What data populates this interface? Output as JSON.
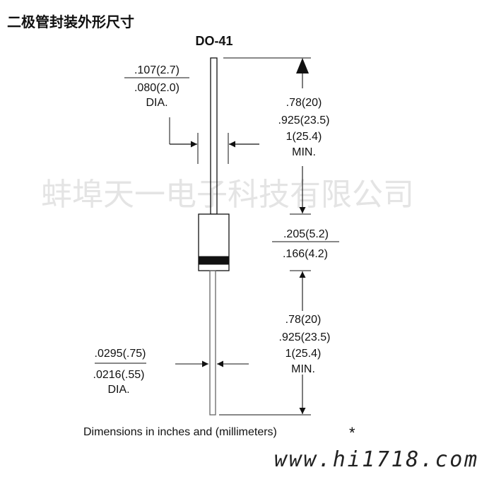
{
  "title": "二极管封装外形尺寸",
  "package_name": "DO-41",
  "lead_dia": {
    "max": ".107(2.7)",
    "min": ".080(2.0)",
    "suffix": "DIA."
  },
  "upper_lead_length": {
    "line1": ".78(20)",
    "line2": ".925(23.5)",
    "line3": "1(25.4)",
    "line4": "MIN."
  },
  "body_length": {
    "max": ".205(5.2)",
    "min": ".166(4.2)"
  },
  "lower_lead_length": {
    "line1": ".78(20)",
    "line2": ".925(23.5)",
    "line3": "1(25.4)",
    "line4": "MIN."
  },
  "wire_dia": {
    "max": ".0295(.75)",
    "min": ".0216(.55)",
    "suffix": "DIA."
  },
  "footnote": "Dimensions in inches and (millimeters)",
  "footnote_mark": "*",
  "watermark": "蚌埠天一电子科技有限公司",
  "url": "www.hi1718.com"
}
